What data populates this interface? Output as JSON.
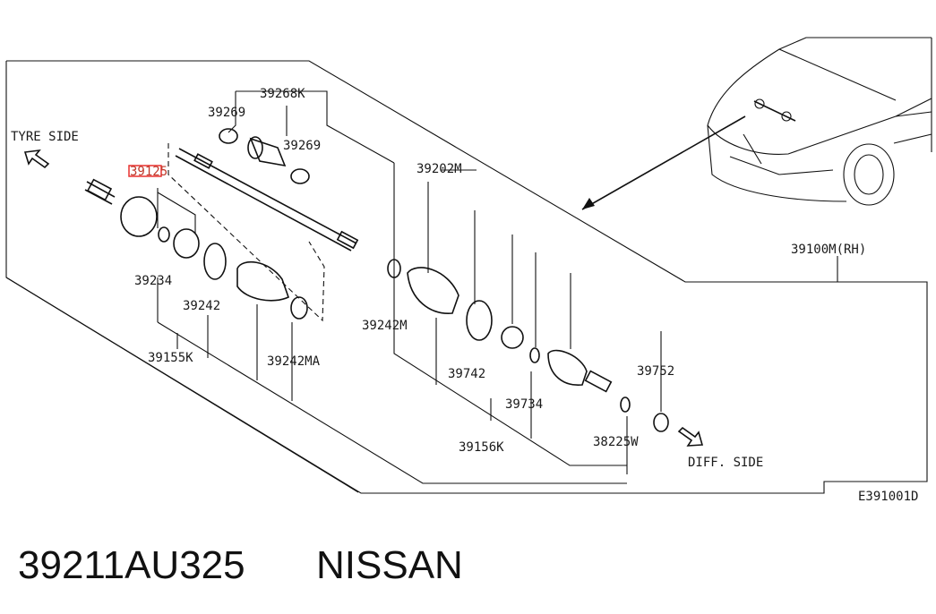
{
  "labels": {
    "tyre_side": "TYRE SIDE",
    "p39125": "39125",
    "p39268K": "39268K",
    "p39269": "39269",
    "p39202M": "39202M",
    "p39100M": "39100M(RH)",
    "p39234": "39234",
    "p39242": "39242",
    "p39155K": "39155K",
    "p39242MA": "39242MA",
    "p39242M": "39242M",
    "p39742": "39742",
    "p39752": "39752",
    "p39734": "39734",
    "p39156K": "39156K",
    "p38225W": "38225W",
    "diff_side": "DIFF. SIDE",
    "diagram_code": "E391001D"
  },
  "caption": {
    "part_number": "39211AU325",
    "brand": "NISSAN"
  },
  "colors": {
    "highlight": "#e8312f",
    "line": "#111111",
    "background": "#ffffff"
  }
}
